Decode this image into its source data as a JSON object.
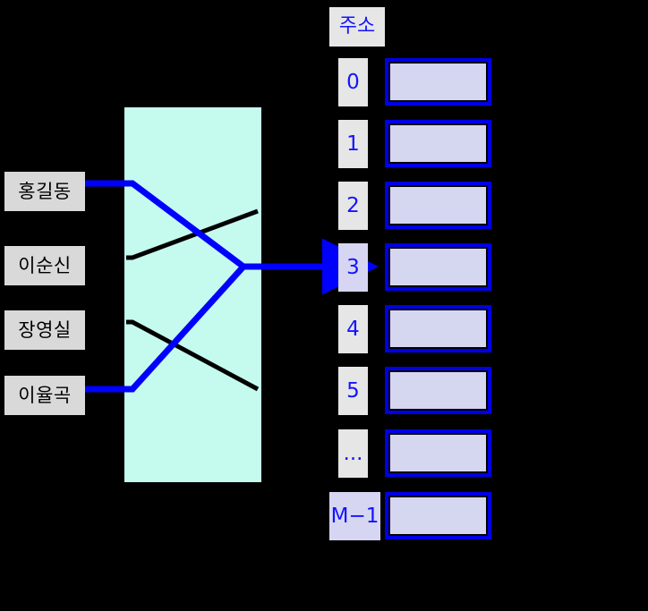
{
  "diagram": {
    "title_visible": false,
    "colors": {
      "background": "#000000",
      "hash_box_fill": "#c5fbee",
      "key_label_fill": "#d9d9d9",
      "index_label_fill": "#e6e6e6",
      "index_label_highlight_fill": "#d6d6f2",
      "slot_border": "#0000e6",
      "slot_fill": "#d5d7f0",
      "accent_blue": "#0000ff",
      "wire_black": "#000000",
      "index_text": "#1414ff"
    },
    "keys": {
      "name": "input-keys",
      "items": [
        {
          "label": "홍길동",
          "highlighted": true
        },
        {
          "label": "이순신",
          "highlighted": false
        },
        {
          "label": "장영실",
          "highlighted": false
        },
        {
          "label": "이율곡",
          "highlighted": true
        }
      ]
    },
    "hash_function": {
      "name": "hash-function-box",
      "label": ""
    },
    "address_column": {
      "header": "주소",
      "rows": [
        {
          "index": "0",
          "highlighted": false,
          "wide": false
        },
        {
          "index": "1",
          "highlighted": false,
          "wide": false
        },
        {
          "index": "2",
          "highlighted": false,
          "wide": false
        },
        {
          "index": "3",
          "highlighted": true,
          "wide": false
        },
        {
          "index": "4",
          "highlighted": false,
          "wide": false
        },
        {
          "index": "5",
          "highlighted": false,
          "wide": false
        },
        {
          "index": "...",
          "highlighted": false,
          "wide": false
        },
        {
          "index": "M−1",
          "highlighted": true,
          "wide": true
        }
      ]
    },
    "wires": {
      "highlighted_target_index": "3",
      "edges": [
        {
          "from": "홍길동",
          "to": "3",
          "color": "#0000ff"
        },
        {
          "from": "이율곡",
          "to": "3",
          "color": "#0000ff"
        },
        {
          "from": "이순신",
          "to": "upper-exit",
          "color": "#000000"
        },
        {
          "from": "장영실",
          "to": "lower-exit",
          "color": "#000000"
        }
      ]
    }
  }
}
